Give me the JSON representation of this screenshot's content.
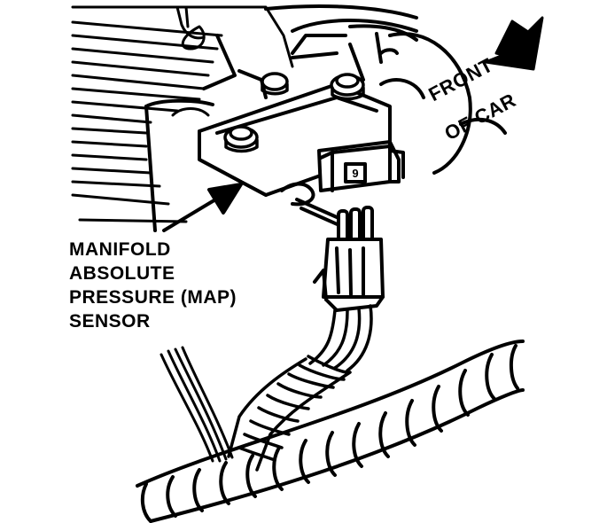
{
  "diagram": {
    "sensor_label": {
      "line1": "MANIFOLD",
      "line2": "ABSOLUTE",
      "line3": "PRESSURE (MAP)",
      "line4": "SENSOR"
    },
    "direction_label": {
      "line1": "FRONT",
      "line2": "OF CAR"
    },
    "connector_marking": "9",
    "ink_color": "#000000",
    "paper_color": "#ffffff"
  }
}
